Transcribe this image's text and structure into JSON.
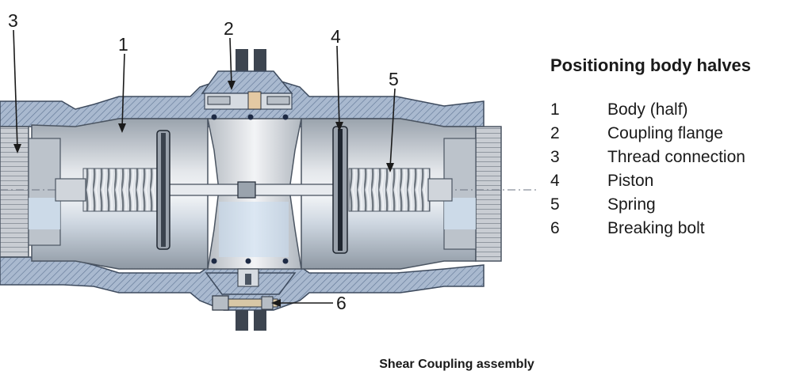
{
  "diagram": {
    "callouts": [
      "3",
      "2",
      "1",
      "4",
      "5",
      "6"
    ]
  },
  "legend": {
    "title": "Positioning body halves",
    "items": [
      {
        "number": "1",
        "label": "Body (half)"
      },
      {
        "number": "2",
        "label": "Coupling flange"
      },
      {
        "number": "3",
        "label": "Thread connection"
      },
      {
        "number": "4",
        "label": "Piston"
      },
      {
        "number": "5",
        "label": "Spring"
      },
      {
        "number": "6",
        "label": "Breaking bolt"
      }
    ]
  },
  "caption": "Shear Coupling assembly",
  "colors": {
    "steel_light": "#d9dde2",
    "steel_mid": "#b9c0c8",
    "steel_dark": "#8f98a2",
    "bore_blue": "#cfe0ef",
    "hatch_blue": "#93abc8",
    "seal_dark": "#1d2a44"
  }
}
